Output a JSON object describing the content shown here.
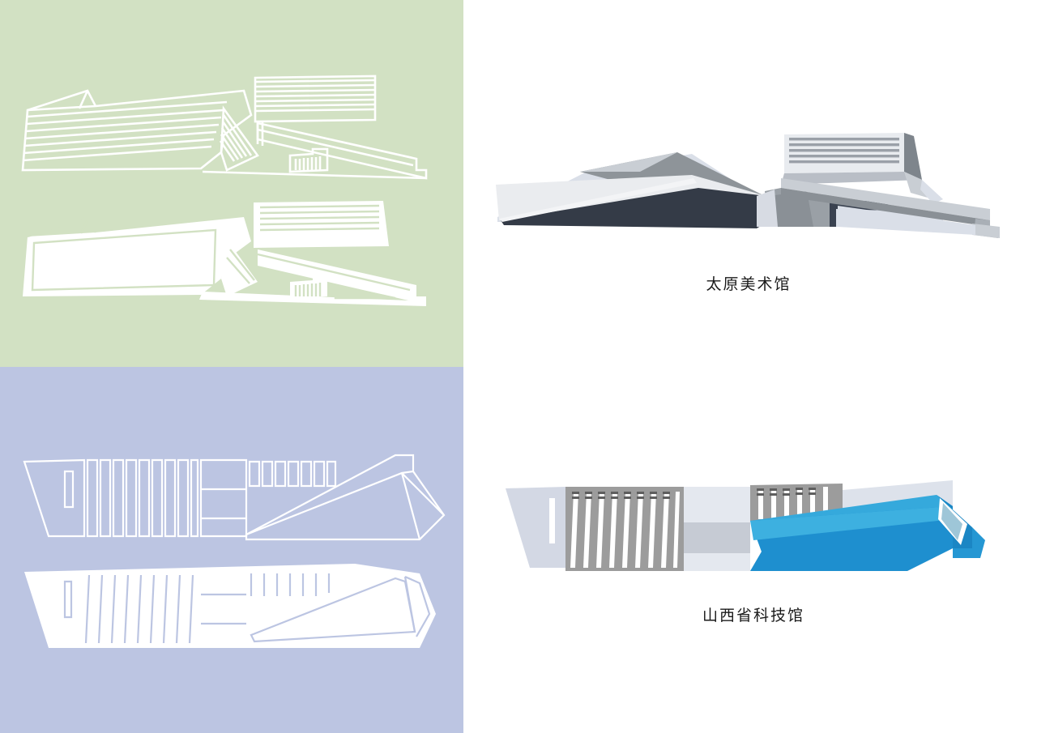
{
  "board": {
    "background": "#ffffff",
    "panels": [
      {
        "name": "green-panel",
        "color": "#D2E1C3"
      },
      {
        "name": "blue-panel",
        "color": "#BCC5E2"
      }
    ]
  },
  "projects": [
    {
      "id": "art-museum",
      "caption": "太原美术馆",
      "panel_color": "#D2E1C3",
      "line_color": "#FFFFFF",
      "colors": {
        "face_light": "#EAECEF",
        "face_pale": "#DADFE8",
        "roof_mid": "#8E9499",
        "body_gray": "#9AA0A6",
        "base_dark": "#343B47",
        "ramp_light": "#C9CED4",
        "ramp_mid": "#7E858C",
        "louver_box": "#E8EBEF",
        "louver_band": "#9AA0A8",
        "window_dark": "#3A4250"
      }
    },
    {
      "id": "science-museum",
      "caption": "山西省科技馆",
      "panel_color": "#BCC5E2",
      "line_color": "#FFFFFF",
      "colors": {
        "slab_gray": "#9C9C9C",
        "slab_dark": "#6E6E6E",
        "pale_blue_gray": "#D3D8E4",
        "pale_block": "#E4E8EF",
        "mid_block": "#C6CBD4",
        "blue_top": "#35A9DC",
        "blue_front": "#1E8FCF",
        "blue_end": "#1B86C4",
        "glass": "#9EC6D8"
      }
    }
  ]
}
